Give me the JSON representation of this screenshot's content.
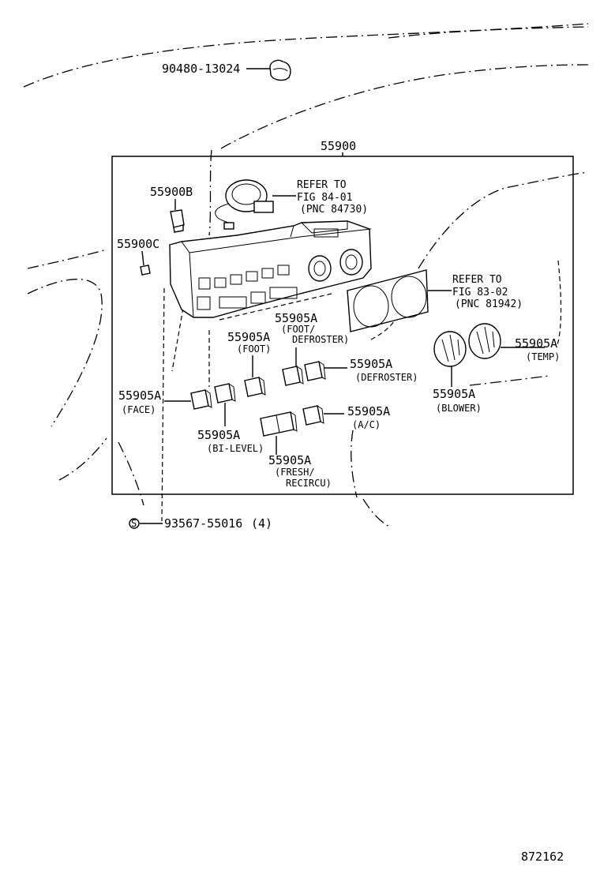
{
  "labels": {
    "screw_top": "90480-13024",
    "assembly": "55900",
    "bulb": "55900B",
    "bulb_socket": "55900C",
    "refer_84": {
      "line1": "REFER TO",
      "line2": "FIG 84-01",
      "line3": "(PNC 84730)"
    },
    "refer_83": {
      "line1": "REFER TO",
      "line2": "FIG 83-02",
      "line3": "(PNC 81942)"
    },
    "knob_face": {
      "pn": "55905A",
      "desc": "(FACE)"
    },
    "knob_foot": {
      "pn": "55905A",
      "desc": "(FOOT)"
    },
    "knob_foot_def": {
      "pn": "55905A",
      "desc1": "(FOOT/",
      "desc2": "DEFROSTER)"
    },
    "knob_def": {
      "pn": "55905A",
      "desc": "(DEFROSTER)"
    },
    "knob_temp": {
      "pn": "55905A",
      "desc": "(TEMP)"
    },
    "knob_blower": {
      "pn": "55905A",
      "desc": "(BLOWER)"
    },
    "knob_ac": {
      "pn": "55905A",
      "desc": "(A/C)"
    },
    "knob_bilevel": {
      "pn": "55905A",
      "desc": "(BI-LEVEL)"
    },
    "knob_fresh": {
      "pn": "55905A",
      "desc1": "(FRESH/",
      "desc2": "RECIRCU)"
    },
    "screw_bottom": {
      "symbol": "S",
      "pn": "93567-55016",
      "qty": "(4)"
    }
  },
  "figure_number": "872162"
}
